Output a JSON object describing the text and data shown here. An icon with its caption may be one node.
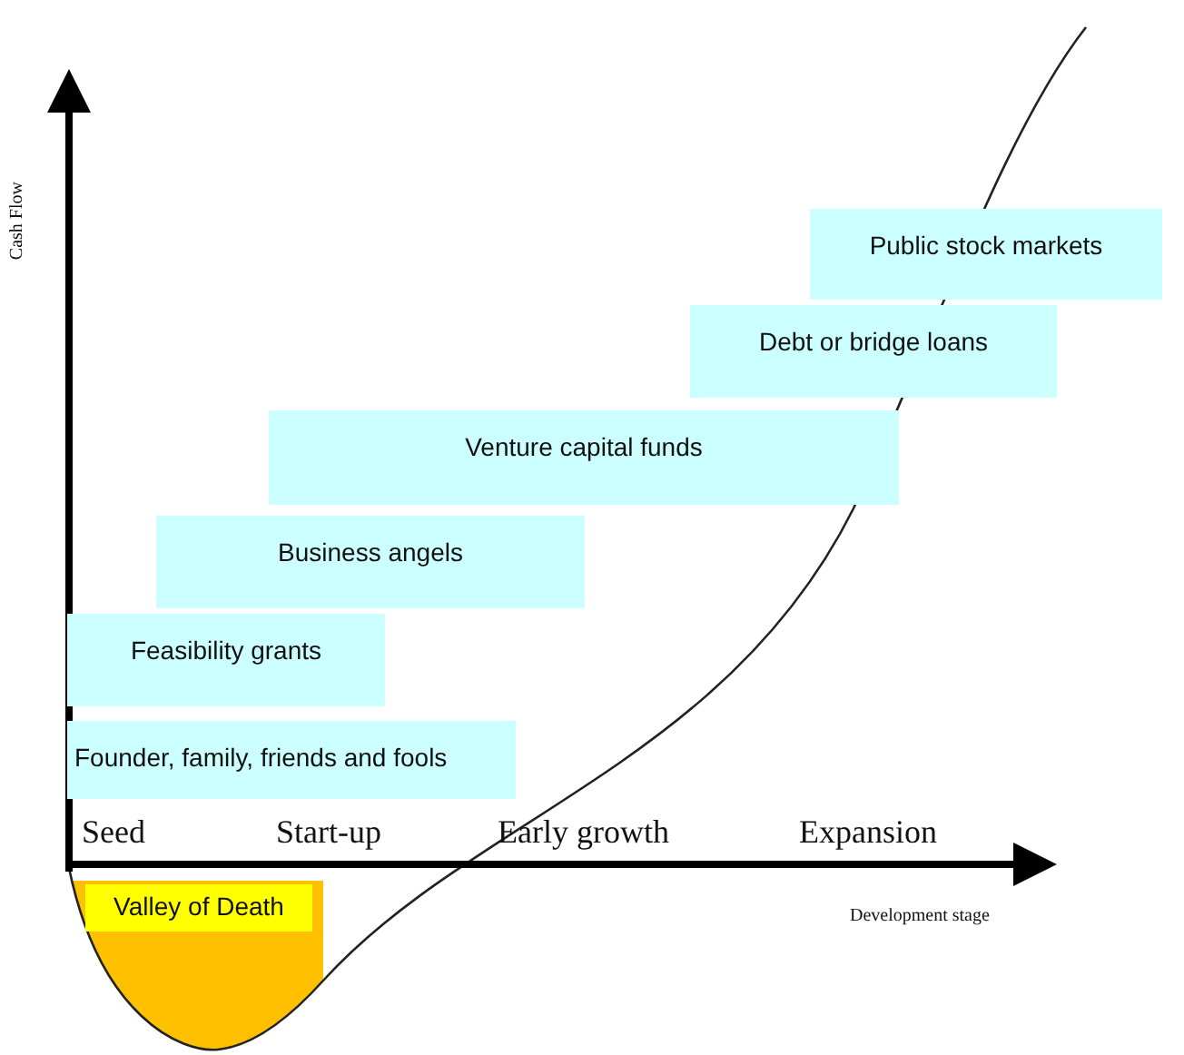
{
  "diagram": {
    "nodes": [
      {
        "text": [
          "Public stock markets"
        ]
      },
      {
        "text": [
          "Debt or bridge loans"
        ]
      },
      {
        "text": [
          "Venture capital funds"
        ]
      },
      {
        "text": [
          "Business angels"
        ]
      },
      {
        "text": [
          "Feasibility grants"
        ]
      },
      {
        "text": [
          "Founder, family, friends and fools"
        ]
      },
      {
        "text": [
          "Valley of Death"
        ]
      }
    ],
    "labels": [
      "Cash Flow",
      "Seed",
      "Start-up",
      "Early growth",
      "Expansion",
      "Development stage"
    ]
  }
}
